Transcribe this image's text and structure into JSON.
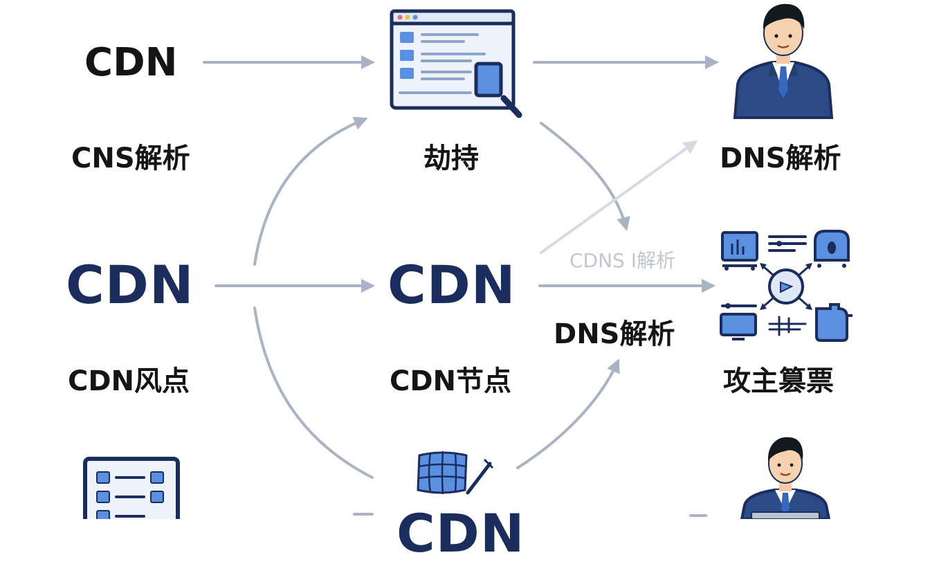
{
  "labels": {
    "top_left_cdn": "CDN",
    "top_left_caption": "CNS解析",
    "top_center_caption": "劫持",
    "top_right_caption": "DNS解析",
    "mid_left_cdn": "CDN",
    "mid_left_caption": "CDN风点",
    "mid_center_cdn": "CDN",
    "mid_center_caption": "CDN节点",
    "mid_faint": "CDNS I解析",
    "mid_arrow_caption": "DNS解析",
    "mid_right_caption": "攻主篡票",
    "bottom_center_cdn": "CDN"
  },
  "colors": {
    "navy": "#1b2d5c",
    "icon_blue": "#5b8fe0",
    "icon_light": "#dfe8f8",
    "arrow_gray": "#a9b3c3"
  },
  "icons": [
    "browser-search-icon",
    "businessman-icon",
    "network-devices-icon",
    "document-list-icon",
    "globe-grid-icon",
    "businessman-laptop-icon"
  ]
}
